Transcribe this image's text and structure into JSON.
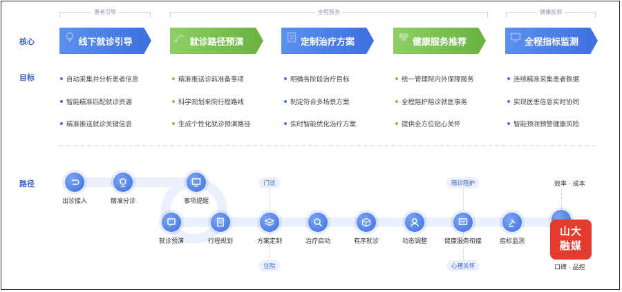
{
  "brackets": {
    "left": "患者引导",
    "middle": "全程服务",
    "right": "健康监测"
  },
  "row_labels": {
    "core": "核心",
    "goal": "目标",
    "path": "路径"
  },
  "stages": [
    {
      "label": "线下就诊引导",
      "color": "blue"
    },
    {
      "label": "就诊路径预演",
      "color": "green"
    },
    {
      "label": "定制治疗方案",
      "color": "blue"
    },
    {
      "label": "健康服务推荐",
      "color": "green"
    },
    {
      "label": "全程指标监测",
      "color": "blue"
    }
  ],
  "goals": [
    [
      "自动采集并分析患者信息",
      "智能精准匹配就诊资源",
      "精准推送就诊关键信息"
    ],
    [
      "精准推送诊前准备事项",
      "科学规划来院行程路线",
      "生成个性化就诊预演路径"
    ],
    [
      "明确各阶段治疗目标",
      "制定符合多场景方案",
      "实时智能优化治疗方案"
    ],
    [
      "统一管理院内外保障服务",
      "全程陪护陪诊就医事务",
      "提供全方位贴心关怀"
    ],
    [
      "连续精准采集患者数据",
      "实现医患信息实时协同",
      "智能预测预警健康风险"
    ]
  ],
  "path": {
    "top_nodes": [
      "出诊接入",
      "精准分诊",
      "事项提醒"
    ],
    "bottom_nodes": [
      "就诊预演",
      "行程规划",
      "方案定制",
      "治疗启动",
      "有序就诊",
      "动态调整",
      "健康服务衔接",
      "指标监测"
    ],
    "tags": {
      "outpatient": "门诊",
      "inpatient": "住院",
      "escort": "陪诊陪护",
      "care": "心理关怀",
      "efficiency": "效率",
      "cost": "成本",
      "reputation": "口碑",
      "quality": "品控"
    }
  },
  "logo": {
    "line1": "山大",
    "line2": "融媒"
  },
  "colors": {
    "blue": "#3d6fdf",
    "green": "#67b240",
    "label": "#3a63c9",
    "logo": "#e53a2e"
  }
}
